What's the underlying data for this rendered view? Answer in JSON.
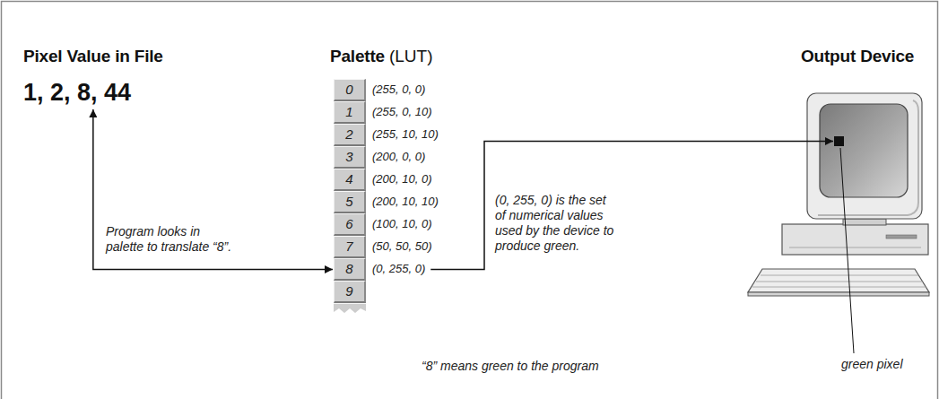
{
  "diagram": {
    "caption": "“8” means green to the program",
    "nodes": [
      {
        "text": [
          "Pixel Value in File",
          "1, 2, 8, 44"
        ]
      },
      {
        "text": [
          "Palette",
          "(LUT)"
        ]
      },
      {
        "text": [
          "0",
          "(255, 0, 0)"
        ],
        "in": 1
      },
      {
        "text": [
          "1",
          "(255, 0, 10)"
        ],
        "in": 1
      },
      {
        "text": [
          "2",
          "(255, 10, 10)"
        ],
        "in": 1
      },
      {
        "text": [
          "3",
          "(200, 0, 0)"
        ],
        "in": 1
      },
      {
        "text": [
          "4",
          "(200, 10, 0)"
        ],
        "in": 1
      },
      {
        "text": [
          "5",
          "(200, 10, 10)"
        ],
        "in": 1
      },
      {
        "text": [
          "6",
          "(100, 10, 0)"
        ],
        "in": 1
      },
      {
        "text": [
          "7",
          "(50, 50, 50)"
        ],
        "in": 1
      },
      {
        "text": [
          "8",
          "(0, 255, 0)"
        ],
        "in": 1
      },
      {
        "text": [
          "9"
        ],
        "in": 1
      },
      {
        "text": [
          "Output Device"
        ]
      },
      {
        "text": [
          "green pixel"
        ],
        "in": 12
      }
    ],
    "edges": [
      {
        "from": 0,
        "to": 10,
        "arrow": "both",
        "label": "Program looks in palette to translate “8”."
      },
      {
        "from": 10,
        "to": 13,
        "arrow": "to",
        "label": "(0, 255, 0) is the set of numerical values used by the device to produce green."
      }
    ]
  }
}
